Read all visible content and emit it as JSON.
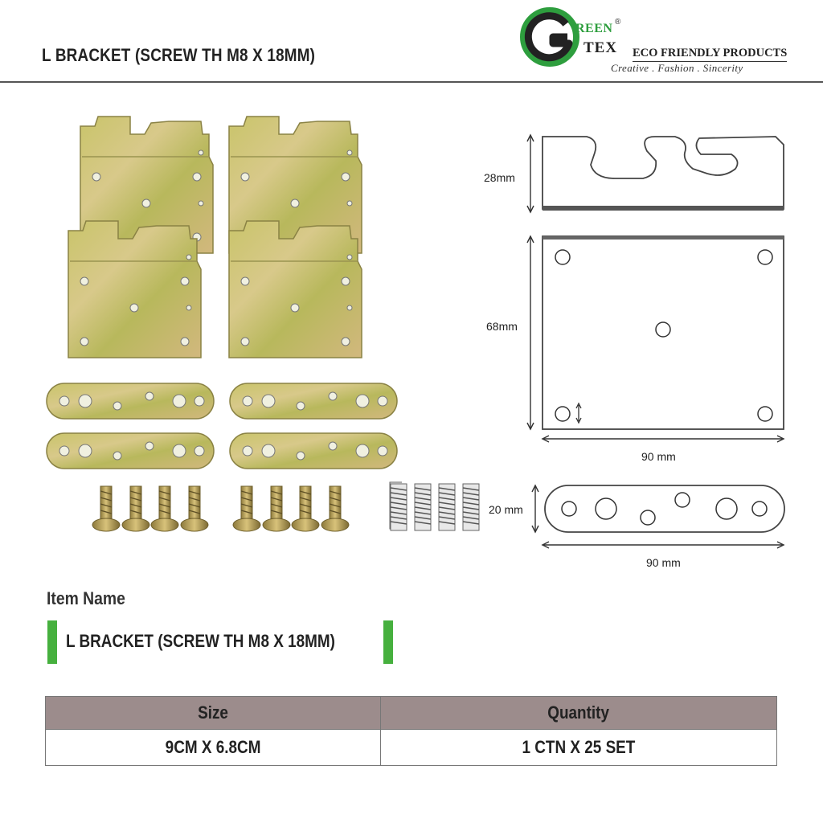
{
  "header": {
    "title": "L BRACKET  (SCREW TH M8 X 18MM)"
  },
  "brand": {
    "logo_letters_top": "REEN",
    "logo_letters_bottom": "TEX",
    "registered": "®",
    "tagline_main": "ECO FRIENDLY PRODUCTS",
    "tagline_sub": "Creative . Fashion . Sincerity",
    "colors": {
      "green": "#2e9e3e",
      "dark": "#222222"
    }
  },
  "diagram": {
    "top_profile_height": "28mm",
    "plate_height": "68mm",
    "plate_width": "90 mm",
    "strip_height": "20 mm",
    "strip_width": "90 mm"
  },
  "item": {
    "label": "Item Name",
    "value": "L BRACKET  (SCREW TH M8 X 18MM)"
  },
  "spec_table": {
    "headers": [
      "Size",
      "Quantity"
    ],
    "rows": [
      [
        "9CM X 6.8CM",
        "1 CTN X 25 SET"
      ]
    ]
  }
}
